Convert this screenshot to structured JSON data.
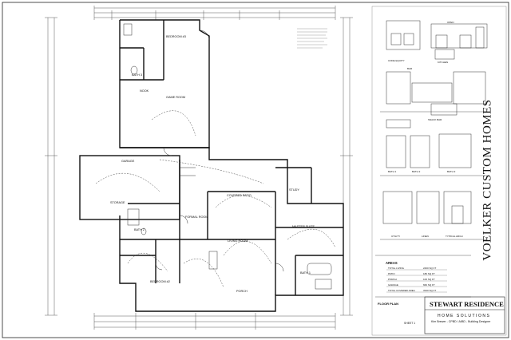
{
  "project": {
    "builder_title": "VOELKER CUSTOM HOMES",
    "residence_name": "STEWART RESIDENCE",
    "company": "HOME SOLUTIONS",
    "designer": "Kim Brewer - CPBD / AIBD - Building Designer",
    "sheet_label": "SHEET 1",
    "plan_title": "FLOOR PLAN"
  },
  "areas": {
    "title": "AREAS",
    "rows": [
      {
        "label": "TOTAL LIVING",
        "value": "2400 SQ FT"
      },
      {
        "label": "PATIO",
        "value": "180 SQ FT"
      },
      {
        "label": "PORCH",
        "value": "100 SQ FT"
      },
      {
        "label": "GARAGE",
        "value": "660 SQ FT"
      },
      {
        "label": "TOTAL COVERED AREA",
        "value": "3340 SQ FT"
      }
    ]
  },
  "rooms": {
    "bedroom3": "BEDROOM #3",
    "bath3": "BATH 3",
    "nook": "NOOK",
    "game_room": "GAME ROOM",
    "garage": "GARAGE",
    "storage": "STORAGE",
    "covered_patio": "COVERED PATIO",
    "study": "STUDY",
    "master_suite": "MASTER SUITE",
    "formal_room": "FORMAL ROOM",
    "living_room": "LIVING ROOM",
    "bedroom2": "BEDROOM #2",
    "bath2": "BATH 2",
    "porch": "PORCH",
    "master_bath": "BATH 1"
  },
  "details": {
    "code_equity": "CODE EQUITY",
    "kitchen": "KITCHEN",
    "bar": "BAR",
    "snack_bar": "SNACK BAR",
    "bath1": "BATH 1",
    "bath2": "BATH 2",
    "bath3": "BATH 3",
    "utility": "UTILITY",
    "laundry": "LINEN",
    "typical_arch": "TYPICAL ARCH",
    "open": "OPEN"
  }
}
